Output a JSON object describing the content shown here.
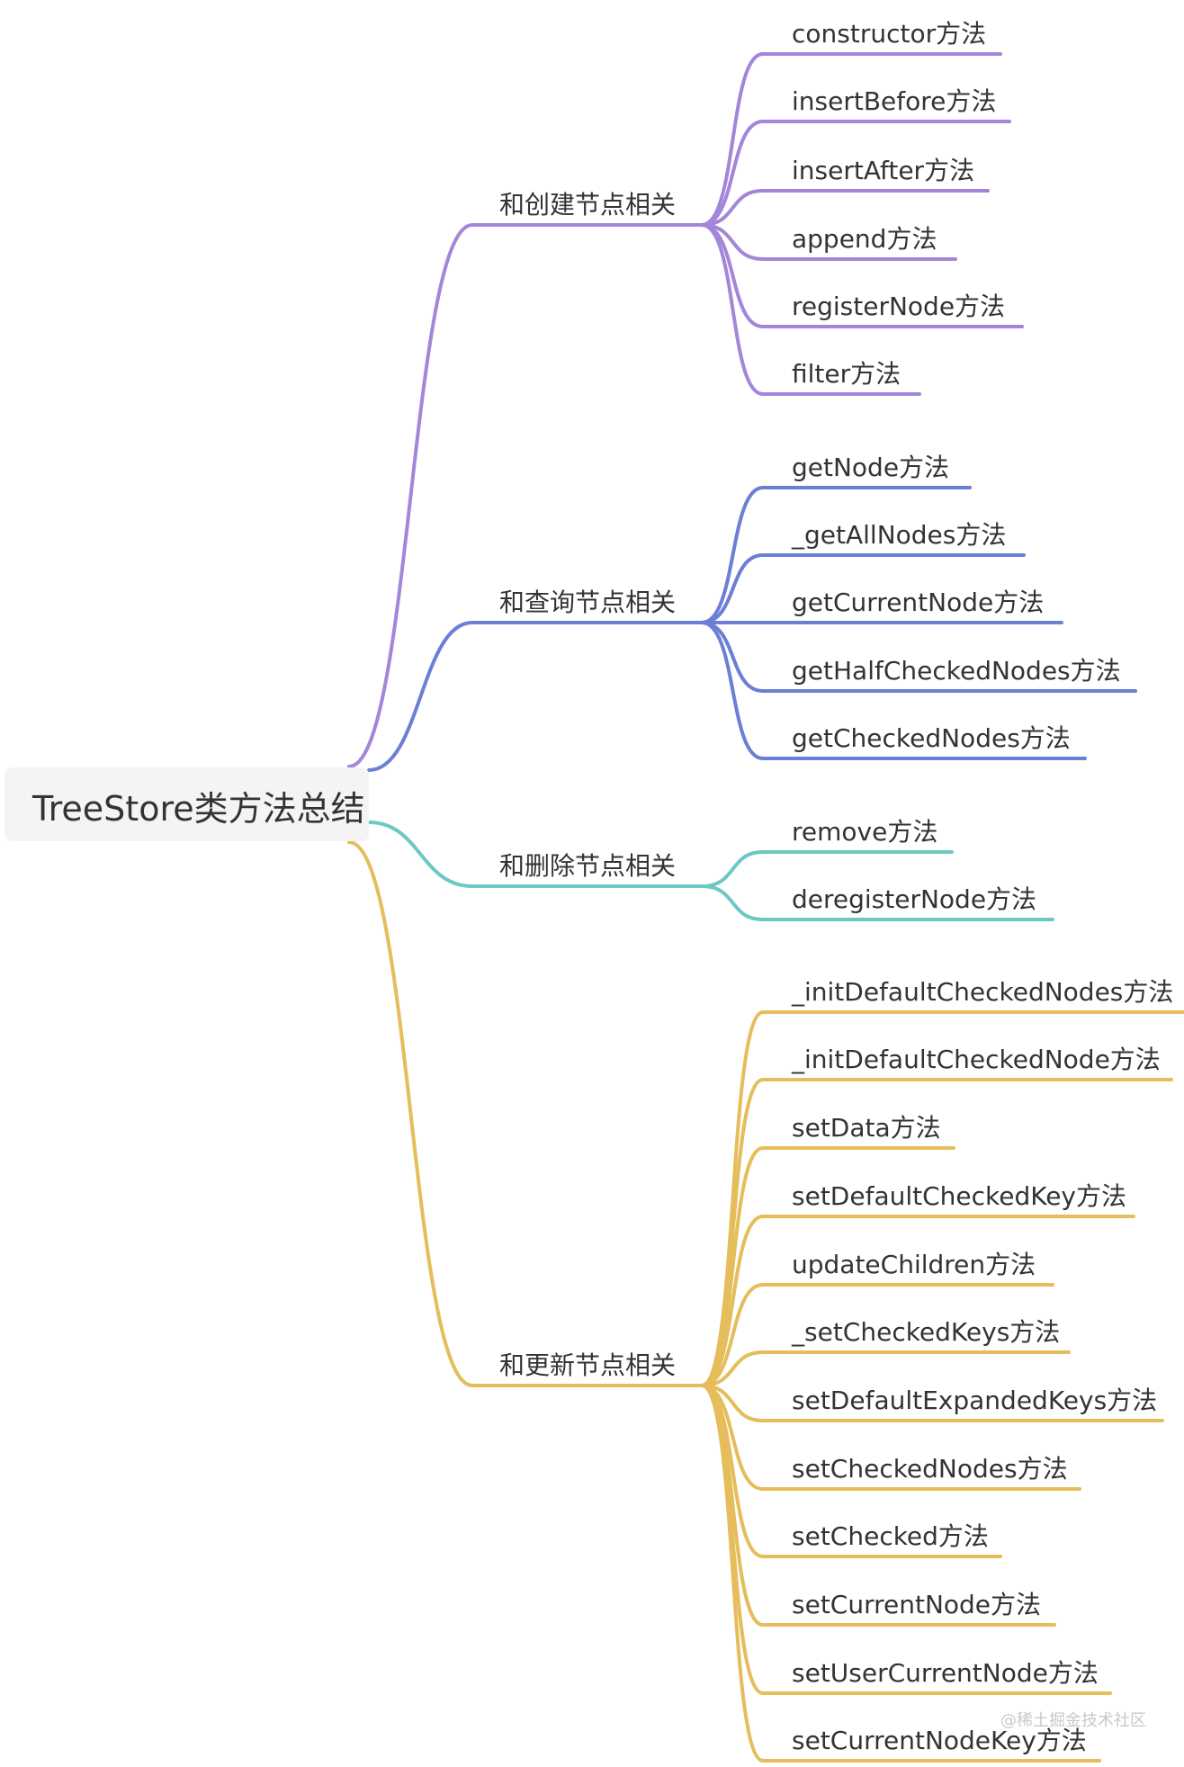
{
  "root": {
    "label": "TreeStore类方法总结"
  },
  "watermark": "@稀土掘金技术社区",
  "groups": [
    {
      "label": "和创建节点相关",
      "color": "#a386da",
      "children": [
        "constructor方法",
        "insertBefore方法",
        "insertAfter方法",
        "append方法",
        "registerNode方法",
        "filter方法"
      ]
    },
    {
      "label": "和查询节点相关",
      "color": "#6c7ed6",
      "children": [
        "getNode方法",
        "_getAllNodes方法",
        "getCurrentNode方法",
        "getHalfCheckedNodes方法",
        "getCheckedNodes方法"
      ]
    },
    {
      "label": "和删除节点相关",
      "color": "#6dc8c3",
      "children": [
        "remove方法",
        "deregisterNode方法"
      ]
    },
    {
      "label": "和更新节点相关",
      "color": "#e5bd5b",
      "children": [
        "_initDefaultCheckedNodes方法",
        "_initDefaultCheckedNode方法",
        "setData方法",
        "setDefaultCheckedKey方法",
        "updateChildren方法",
        "_setCheckedKeys方法",
        "setDefaultExpandedKeys方法",
        "setCheckedNodes方法",
        "setChecked方法",
        "setCurrentNode方法",
        "setUserCurrentNode方法",
        "setCurrentNodeKey方法"
      ]
    }
  ]
}
